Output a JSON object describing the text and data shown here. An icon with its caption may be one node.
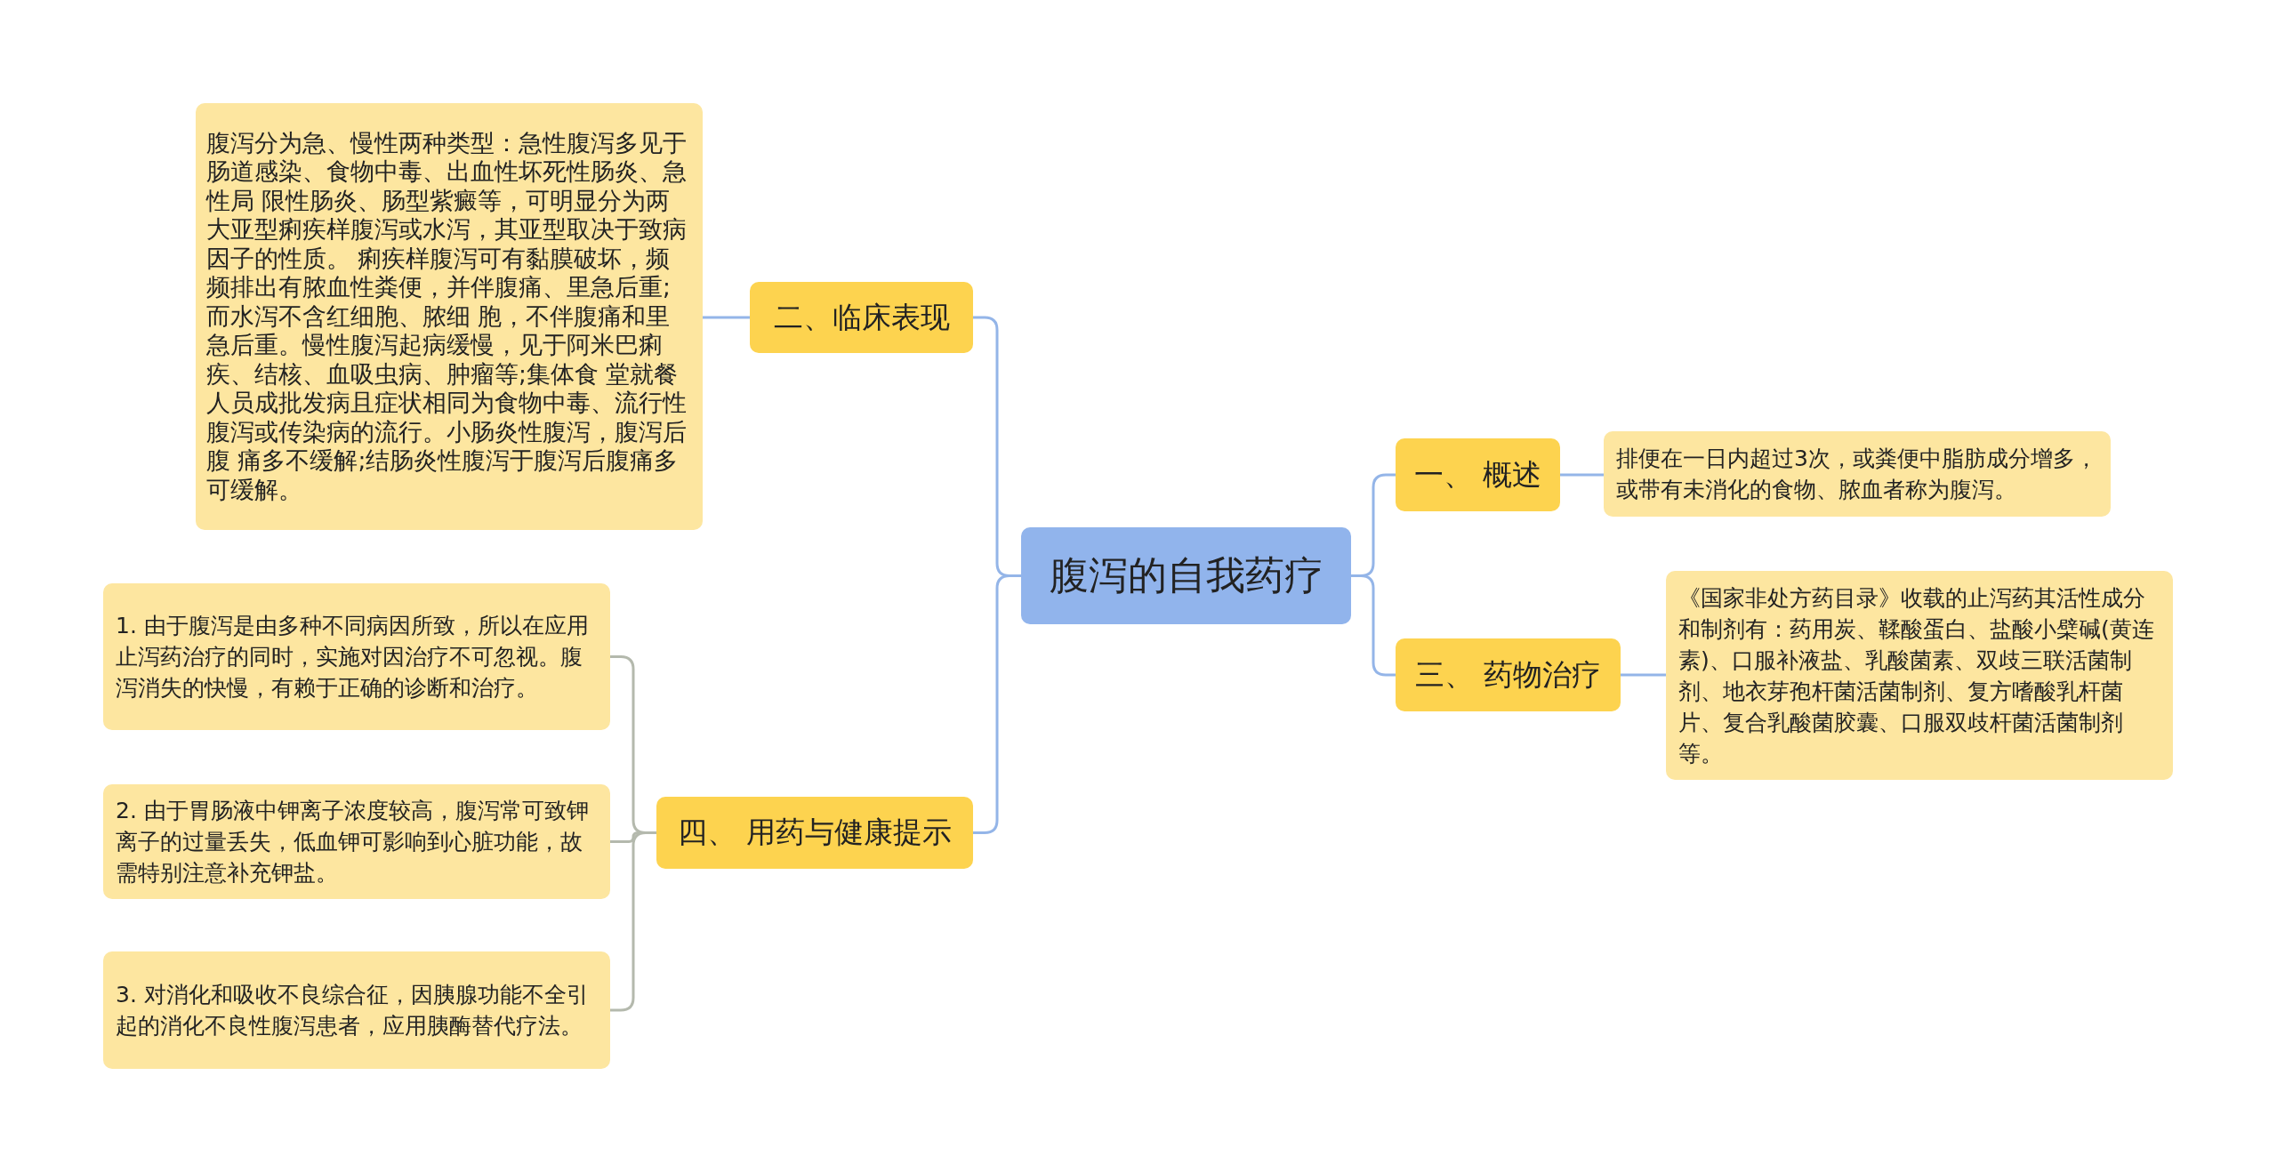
{
  "diagram": {
    "nodes": [
      {
        "text": [
          "腹泻的自我药疗"
        ]
      },
      {
        "text": [
          "二、临床表现"
        ]
      },
      {
        "text": [
          "腹泻分为急、慢性两种类型：急性腹泻多见于肠道感染、食物中毒、出血性坏死性肠炎、急性局 限性肠炎、肠型紫癜等，可明显分为两大亚型痢疾样腹泻或水泻，其亚型取决于致病因子的性质。 痢疾样腹泻可有黏膜破坏，频频排出有脓血性粪便，并伴腹痛、里急后重;而水泻不含红细胞、脓细 胞，不伴腹痛和里急后重。慢性腹泻起病缓慢，见于阿米巴痢疾、结核、血吸虫病、肿瘤等;集体食 堂就餐人员成批发病且症状相同为食物中毒、流行性腹泻或传染病的流行。小肠炎性腹泻，腹泻后腹 痛多不缓解;结肠炎性腹泻于腹泻后腹痛多可缓解。"
        ]
      },
      {
        "text": [
          "四、 用药与健康提示"
        ]
      },
      {
        "text": [
          "1. 由于腹泻是由多种不同病因所致，所以在应用止泻药治疗的同时，实施对因治疗不可忽视。腹泻消失的快慢，有赖于正确的诊断和治疗。"
        ]
      },
      {
        "text": [
          "2. 由于胃肠液中钾离子浓度较高，腹泻常可致钾离子的过量丢失，低血钾可影响到心脏功能，故需特别注意补充钾盐。"
        ]
      },
      {
        "text": [
          "3. 对消化和吸收不良综合征，因胰腺功能不全引起的消化不良性腹泻患者，应用胰酶替代疗法。"
        ]
      },
      {
        "text": [
          "一、 概述"
        ]
      },
      {
        "text": [
          "排便在一日内超过3次，或粪便中脂肪成分增多，或带有未消化的食物、脓血者称为腹泻。"
        ]
      },
      {
        "text": [
          "三、 药物治疗"
        ]
      },
      {
        "text": [
          "《国家非处方药目录》收载的止泻药其活性成分和制剂有：药用炭、鞣酸蛋白、盐酸小檗碱(黄连素)、口服补液盐、乳酸菌素、双歧三联活菌制剂、地衣芽孢杆菌活菌制剂、复方嗜酸乳杆菌片、复合乳酸菌胶囊、口服双歧杆菌活菌制剂等。"
        ]
      }
    ],
    "edges": [
      {
        "from": 0,
        "to": 1,
        "arrow": "none"
      },
      {
        "from": 1,
        "to": 2,
        "arrow": "none"
      },
      {
        "from": 0,
        "to": 3,
        "arrow": "none"
      },
      {
        "from": 3,
        "to": 4,
        "arrow": "none",
        "color": "#b4b9ad"
      },
      {
        "from": 3,
        "to": 5,
        "arrow": "none",
        "color": "#b4b9ad"
      },
      {
        "from": 3,
        "to": 6,
        "arrow": "none",
        "color": "#b4b9ad"
      },
      {
        "from": 0,
        "to": 7,
        "arrow": "none"
      },
      {
        "from": 7,
        "to": 8,
        "arrow": "none"
      },
      {
        "from": 0,
        "to": 9,
        "arrow": "none"
      },
      {
        "from": 9,
        "to": 10,
        "arrow": "none"
      }
    ]
  }
}
